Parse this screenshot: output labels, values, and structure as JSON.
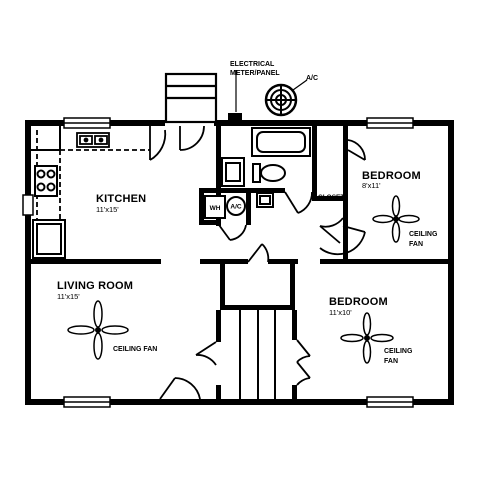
{
  "labels": {
    "electrical_1": "ELECTRICAL",
    "electrical_2": "METER/PANEL",
    "ac_unit": "A/C",
    "kitchen": "KITCHEN",
    "kitchen_dim": "11'x15'",
    "bedroom_small": "BEDROOM",
    "bedroom_small_dim": "8'x11'",
    "closet": "CLOSET",
    "fan_1_line1": "CEILING",
    "fan_1_line2": "FAN",
    "living_room": "LIVING ROOM",
    "living_room_dim": "11'x15'",
    "fan_living": "CEILING FAN",
    "bedroom_large": "BEDROOM",
    "bedroom_large_dim": "11'x10'",
    "fan_2_line1": "CEILING",
    "fan_2_line2": "FAN",
    "water_heater": "WH",
    "ac_closet": "A/C"
  },
  "icons": [
    "ceiling-fan-icon",
    "ac-unit-icon",
    "range-burner-icon",
    "sink-icon",
    "bathtub-icon",
    "toilet-icon",
    "water-heater-icon",
    "door-swing-icon",
    "window-icon"
  ]
}
